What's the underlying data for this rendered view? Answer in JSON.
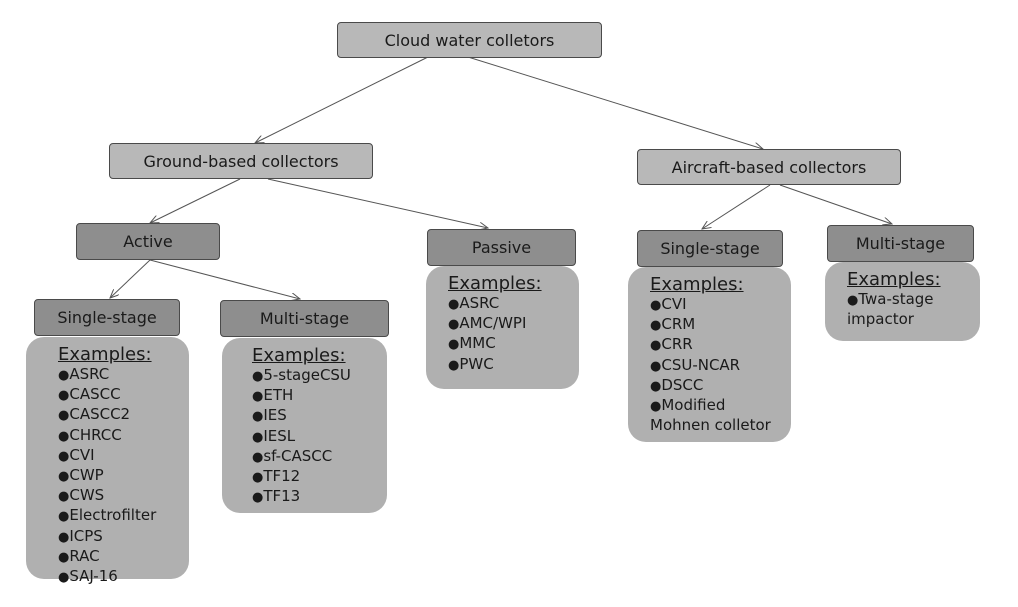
{
  "root": {
    "label": "Cloud water colletors"
  },
  "ground": {
    "label": "Ground-based collectors",
    "active": {
      "label": "Active",
      "single": {
        "label": "Single-stage",
        "header": "Examples:",
        "items": [
          "ASRC",
          "CASCC",
          "CASCC2",
          "CHRCC",
          "CVI",
          "CWP",
          "CWS",
          "Electrofilter",
          "ICPS",
          "RAC",
          "SAJ-16"
        ]
      },
      "multi": {
        "label": "Multi-stage",
        "header": "Examples:",
        "items": [
          "5-stageCSU",
          "ETH",
          "IES",
          "IESL",
          "sf-CASCC",
          "TF12",
          "TF13"
        ]
      }
    },
    "passive": {
      "label": "Passive",
      "header": "Examples:",
      "items": [
        "ASRC",
        "AMC/WPI",
        "MMC",
        "PWC"
      ]
    }
  },
  "aircraft": {
    "label": "Aircraft-based collectors",
    "single": {
      "label": "Single-stage",
      "header": "Examples:",
      "items": [
        "CVI",
        "CRM",
        "CRR",
        "CSU-NCAR",
        "DSCC",
        "Modified",
        "Mohnen colletor"
      ]
    },
    "multi": {
      "label": "Multi-stage",
      "header": "Examples:",
      "items": [
        "Twa-stage",
        "impactor"
      ]
    }
  },
  "bullet": "●",
  "colors": {
    "box_light": "#b8b8b8",
    "box_dark": "#8e8e8e",
    "card": "#b0b0b0",
    "line": "#555555"
  }
}
